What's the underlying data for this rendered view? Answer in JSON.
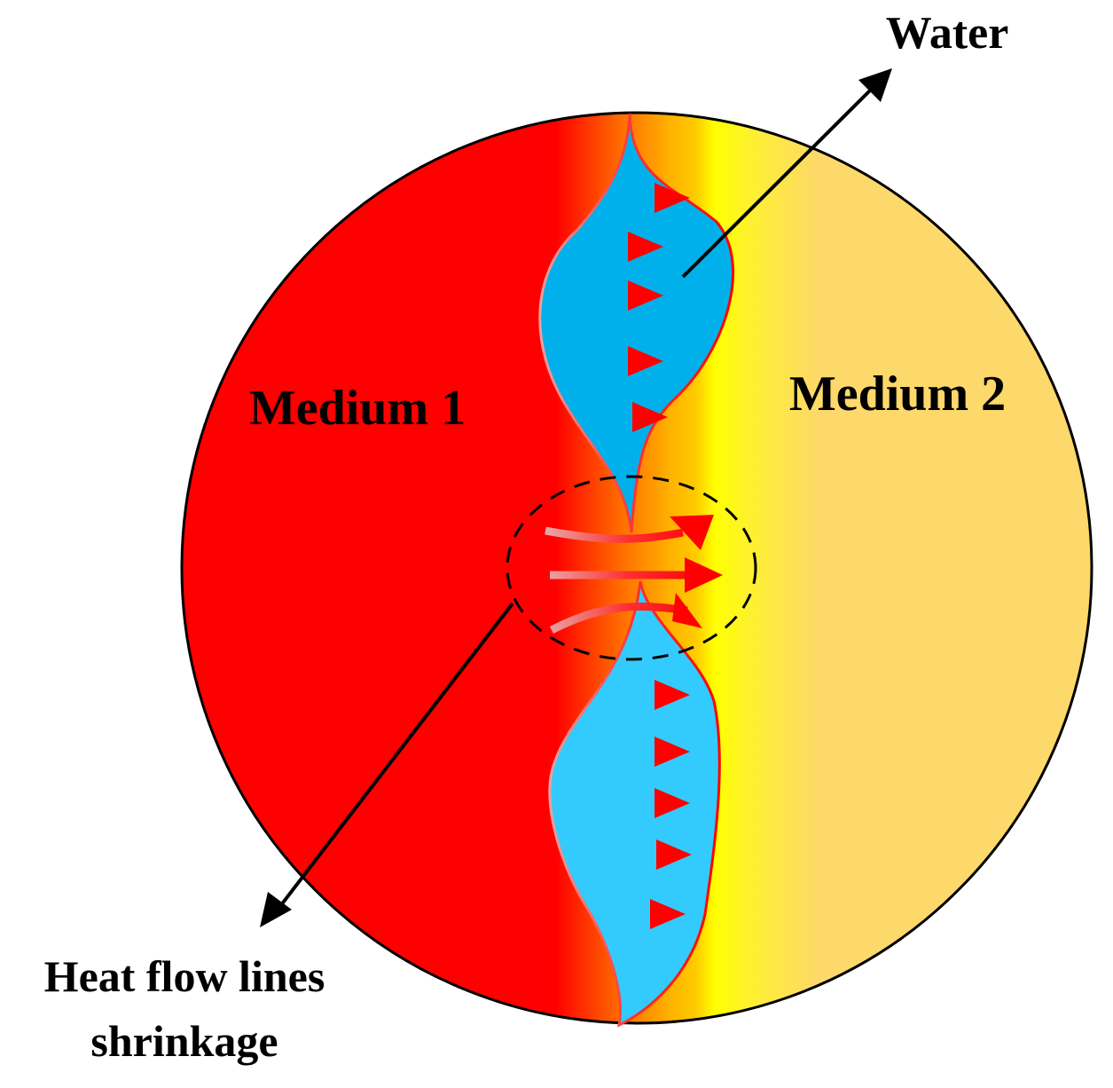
{
  "labels": {
    "water": "Water",
    "medium1": "Medium 1",
    "medium2": "Medium 2",
    "heat_flow_line1": "Heat flow lines",
    "heat_flow_line2": "shrinkage"
  },
  "colors": {
    "medium1": "#ff0000",
    "medium2": "#fdd86a",
    "interface_glow": "#ffff00",
    "water_upper": "#00b0ea",
    "water_lower": "#33cbfd",
    "heat_arrow": "#ff0000",
    "outline": "#000000"
  }
}
